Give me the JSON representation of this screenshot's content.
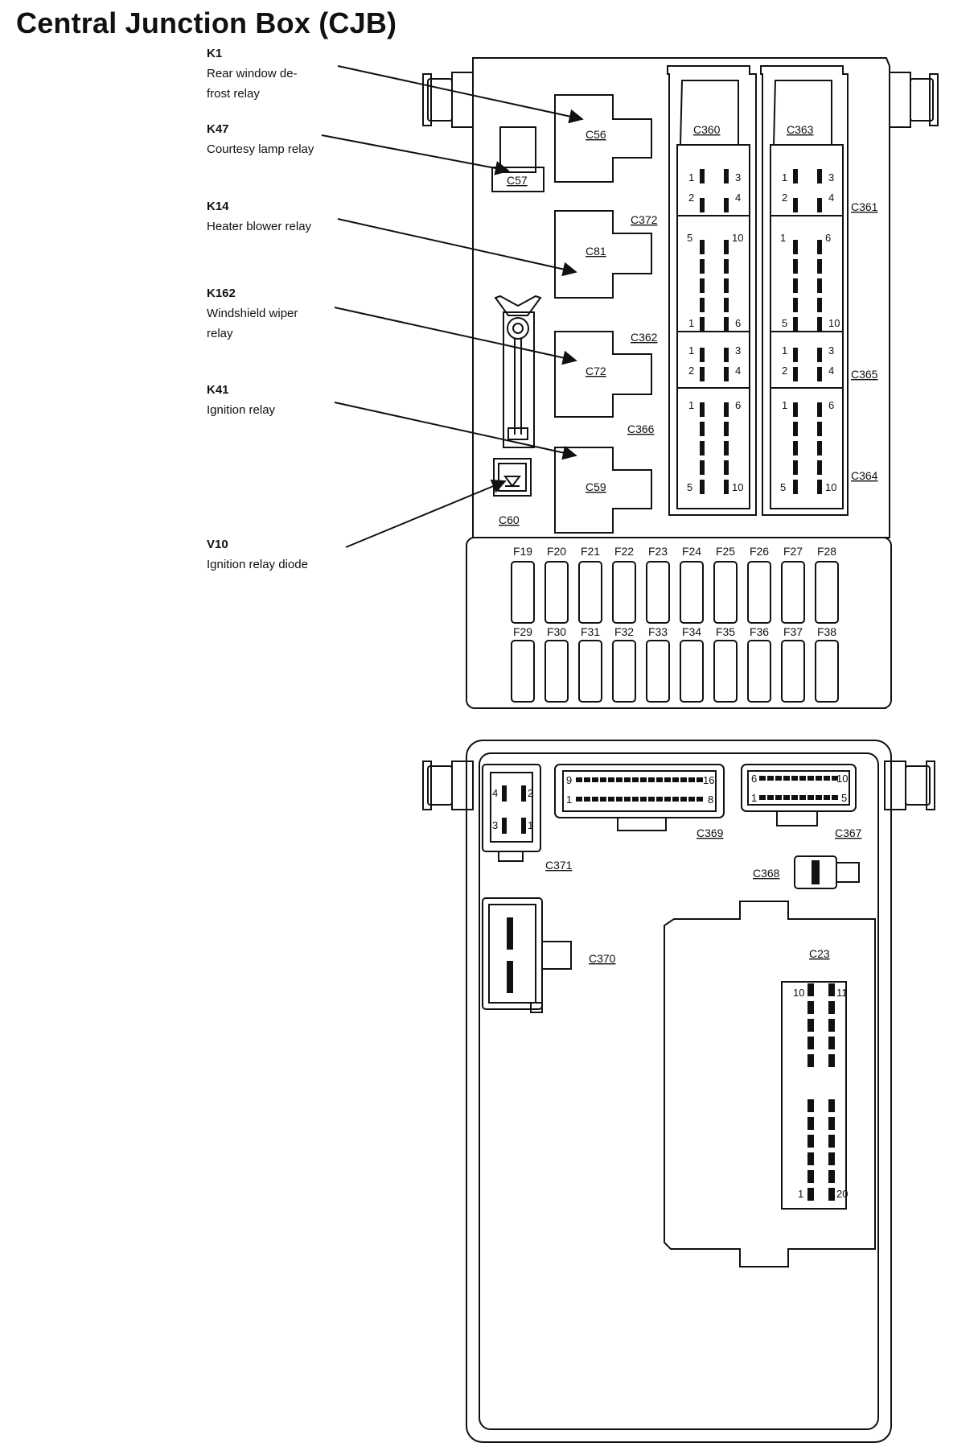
{
  "title": "Central Junction Box (CJB)",
  "callouts": [
    {
      "code": "K1",
      "lines": [
        "Rear window de-",
        "frost relay"
      ]
    },
    {
      "code": "K47",
      "lines": [
        "Courtesy lamp relay"
      ]
    },
    {
      "code": "K14",
      "lines": [
        "Heater blower relay"
      ]
    },
    {
      "code": "K162",
      "lines": [
        "Windshield wiper",
        "relay"
      ]
    },
    {
      "code": "K41",
      "lines": [
        "Ignition relay"
      ]
    },
    {
      "code": "V10",
      "lines": [
        "Ignition relay diode"
      ]
    }
  ],
  "top_panel": {
    "relays": [
      "C56",
      "C81",
      "C72",
      "C59"
    ],
    "small_connectors": [
      "C57",
      "C60"
    ],
    "connector_labels": [
      "C360",
      "C363",
      "C372",
      "C361",
      "C362",
      "C365",
      "C366",
      "C364"
    ],
    "left_block_pins": [
      "1",
      "3",
      "2",
      "4",
      "5",
      "10",
      "1",
      "6",
      "1",
      "3",
      "2",
      "4",
      "1",
      "6",
      "5",
      "10"
    ],
    "right_block_pins": [
      "1",
      "3",
      "2",
      "4",
      "1",
      "6",
      "5",
      "10",
      "1",
      "3",
      "2",
      "4",
      "1",
      "6",
      "5",
      "10"
    ],
    "fuses_row1": [
      "F19",
      "F20",
      "F21",
      "F22",
      "F23",
      "F24",
      "F25",
      "F26",
      "F27",
      "F28"
    ],
    "fuses_row2": [
      "F29",
      "F30",
      "F31",
      "F32",
      "F33",
      "F34",
      "F35",
      "F36",
      "F37",
      "F38"
    ]
  },
  "bottom_panel": {
    "c371": {
      "label": "C371",
      "pins": [
        "4",
        "2",
        "3",
        "1"
      ]
    },
    "c369": {
      "label": "C369",
      "pins": [
        "9",
        "16",
        "1",
        "8"
      ]
    },
    "c367": {
      "label": "C367",
      "pins": [
        "6",
        "10",
        "1",
        "5"
      ]
    },
    "c368": {
      "label": "C368"
    },
    "c370": {
      "label": "C370"
    },
    "c23": {
      "label": "C23",
      "pins": [
        "10",
        "11",
        "1",
        "20"
      ]
    }
  }
}
